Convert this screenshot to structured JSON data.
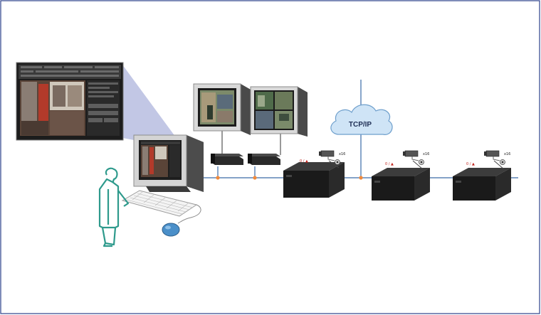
{
  "network": {
    "cloud_label": "TCP/IP",
    "colors": {
      "frame": "#2b3f8a",
      "bus_line": "#3a6aa8",
      "junction": "#f08a3c",
      "cloud_fill": "#cfe4f6",
      "cloud_stroke": "#6e9fcc",
      "person": "#2e9a8c",
      "mouse": "#4a8fc9",
      "zoom_callout": "#b7bde0",
      "device_body": "#1a1a1a"
    }
  },
  "recorders": [
    {
      "led_label": "0 / ▲",
      "camera_count_label": "x16"
    },
    {
      "led_label": "0 / ▲",
      "camera_count_label": "x16"
    },
    {
      "led_label": "0 / ▲",
      "camera_count_label": "x16"
    }
  ],
  "icons": [
    "video-wall-monitor-icon",
    "decoder-box-icon",
    "workstation-crt-icon",
    "keyboard-icon",
    "mouse-icon",
    "operator-figure-icon",
    "dvr-recorder-icon",
    "cctv-camera-icon",
    "network-cloud-icon",
    "software-screenshot-callout"
  ]
}
